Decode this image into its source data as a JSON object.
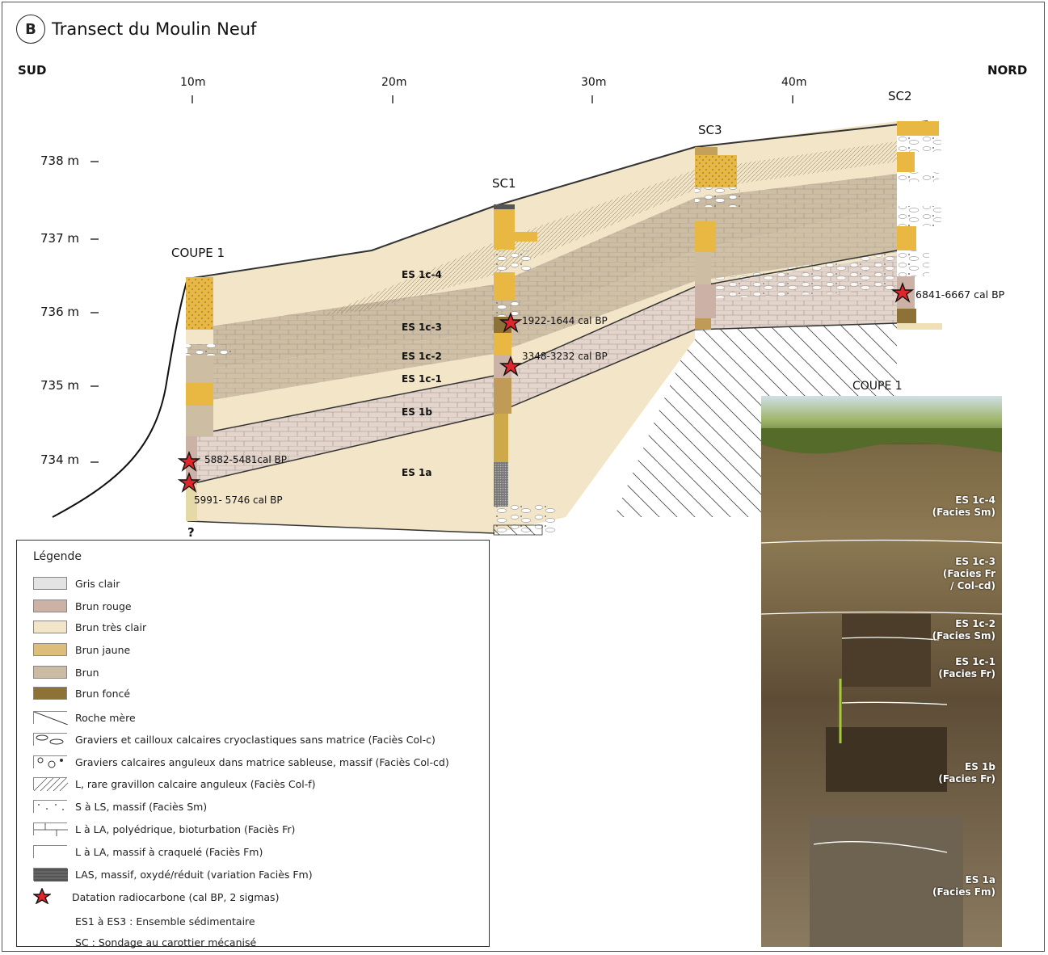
{
  "title": {
    "badge": "B",
    "text": "Transect du Moulin Neuf"
  },
  "directions": {
    "south": "SUD",
    "north": "NORD"
  },
  "distance_ticks": [
    "10m",
    "20m",
    "30m",
    "40m"
  ],
  "elevation_ticks": [
    "738 m",
    "737 m",
    "736 m",
    "735 m",
    "734 m"
  ],
  "profiles": {
    "coupe": "COUPE 1",
    "sc1": "SC1",
    "sc3": "SC3",
    "sc2": "SC2",
    "unknown_base": "?"
  },
  "units": [
    "ES 1c-4",
    "ES 1c-3",
    "ES 1c-2",
    "ES 1c-1",
    "ES 1b",
    "ES 1a"
  ],
  "dates": [
    "6841-6667 cal BP",
    "1922-1644 cal BP",
    "3348-3232 cal BP",
    "5882-5481cal BP",
    "5991- 5746 cal BP"
  ],
  "legend": {
    "title": "Légende",
    "items": [
      {
        "label": "Gris clair",
        "swatch": "#e3e3e3"
      },
      {
        "label": "Brun rouge",
        "swatch": "#ccb1a6"
      },
      {
        "label": "Brun très clair",
        "swatch": "#f3e6c8"
      },
      {
        "label": "Brun jaune",
        "swatch": "#dcbd7a"
      },
      {
        "label": "Brun",
        "swatch": "#cbbba2"
      },
      {
        "label": "Brun foncé",
        "swatch": "#8e7137"
      },
      {
        "label": "Roche mère",
        "swatch": "pattern-rock"
      },
      {
        "label": "Graviers et cailloux calcaires cryoclastiques sans matrice (Faciès Col-c)",
        "swatch": "pattern-gravel"
      },
      {
        "label": "Graviers calcaires anguleux dans matrice sableuse, massif (Faciès Col-cd)",
        "swatch": "pattern-angular"
      },
      {
        "label": "L, rare gravillon calcaire anguleux (Faciès Col-f)",
        "swatch": "pattern-fine"
      },
      {
        "label": "S à LS, massif (Faciès Sm)",
        "swatch": "pattern-dots"
      },
      {
        "label": "L à LA, polyédrique, bioturbation (Faciès Fr)",
        "swatch": "pattern-poly"
      },
      {
        "label": "L à LA, massif à craquelé (Faciès Fm)",
        "swatch": "pattern-plain"
      },
      {
        "label": "LAS, massif, oxydé/réduit (variation Faciès Fm)",
        "swatch": "pattern-dark"
      },
      {
        "label": "Datation radiocarbone (cal BP, 2 sigmas)",
        "swatch": "star"
      },
      {
        "label": "ES1 à ES3 : Ensemble sédimentaire",
        "swatch": "none"
      },
      {
        "label": "SC : Sondage au carottier mécanisé",
        "swatch": "none"
      }
    ]
  },
  "photo": {
    "title": "COUPE 1",
    "labels": [
      {
        "unit": "ES 1c-4",
        "facies": "(Facies Sm)"
      },
      {
        "unit": "ES 1c-3",
        "facies": "(Facies Fr\n/ Col-cd)"
      },
      {
        "unit": "ES 1c-2",
        "facies": "(Facies Sm)"
      },
      {
        "unit": "ES 1c-1",
        "facies": "(Facies Fr)"
      },
      {
        "unit": "ES 1b",
        "facies": "(Facies Fr)"
      },
      {
        "unit": "ES 1a",
        "facies": "(Facies Fm)"
      }
    ]
  }
}
